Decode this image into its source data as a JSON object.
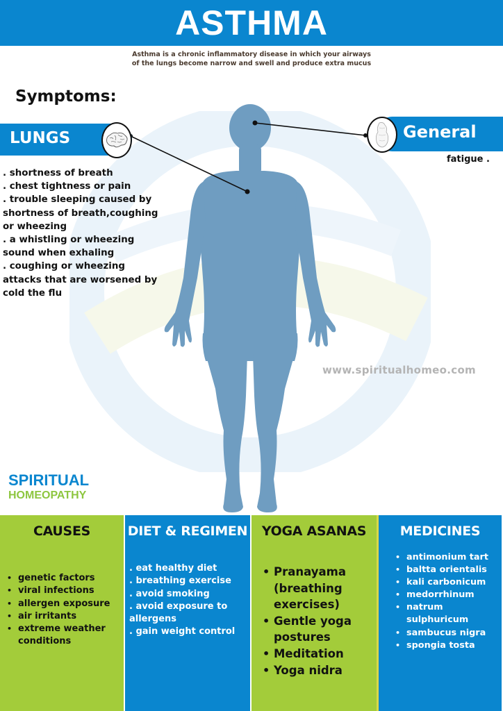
{
  "header": {
    "title": "ASTHMA",
    "subtitle_line1": "Asthma is a chronic inflammatory disease in which your airways",
    "subtitle_line2": "of the lungs become narrow and swell and produce extra mucus"
  },
  "symptoms": {
    "heading": "Symptoms:",
    "lungs": {
      "label": "LUNGS",
      "icon": "brain-icon",
      "items": [
        ". shortness of breath",
        ". chest tightness or pain",
        ". trouble sleeping caused by shortness of breath,coughing or wheezing",
        ". a whistling or wheezing sound when exhaling",
        ". coughing or wheezing attacks that are worsened by cold the flu"
      ]
    },
    "general": {
      "label": "General",
      "icon": "body-outline-icon",
      "items": [
        "fatigue ."
      ]
    }
  },
  "website": "www.spiritualhomeo.com",
  "brand": {
    "line1": "SPIRITUAL",
    "line2": "HOMEOPATHY"
  },
  "panels": {
    "causes": {
      "title": "CAUSES",
      "items": [
        "genetic factors",
        "viral infections",
        "allergen exposure",
        "air irritants",
        "extreme weather conditions"
      ]
    },
    "diet": {
      "title": "DIET & REGIMEN",
      "items": [
        ". eat healthy diet",
        ". breathing exercise",
        ". avoid smoking",
        ". avoid exposure to allergens",
        ". gain weight control"
      ]
    },
    "yoga": {
      "title": "YOGA ASANAS",
      "items": [
        "Pranayama (breathing exercises)",
        "Gentle yoga postures",
        "Meditation",
        "Yoga nidra"
      ]
    },
    "medicines": {
      "title": "MEDICINES",
      "items": [
        "antimonium tart",
        "baltta orientalis",
        "kali carbonicum",
        "medorrhinum",
        "natrum sulphuricum",
        "sambucus nigra",
        "spongia tosta"
      ]
    }
  },
  "colors": {
    "primary_blue": "#0a86cf",
    "accent_green": "#a3cc3a",
    "brand_green": "#8dc63f",
    "figure_blue": "#6b9bbf",
    "subtitle_brown": "#4a3a2e"
  }
}
